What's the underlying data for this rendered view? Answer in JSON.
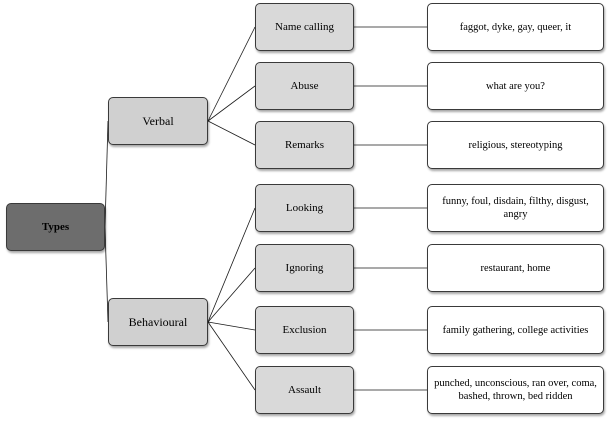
{
  "root": {
    "label": "Types"
  },
  "categories": [
    {
      "label": "Verbal",
      "children": [
        {
          "label": "Name calling",
          "examples": "faggot, dyke, gay, queer, it"
        },
        {
          "label": "Abuse",
          "examples": "what are you?"
        },
        {
          "label": "Remarks",
          "examples": "religious, stereotyping"
        }
      ]
    },
    {
      "label": "Behavioural",
      "children": [
        {
          "label": "Looking",
          "examples": "funny, foul, disdain, filthy, disgust, angry"
        },
        {
          "label": "Ignoring",
          "examples": "restaurant, home"
        },
        {
          "label": "Exclusion",
          "examples": "family gathering, college activities"
        },
        {
          "label": "Assault",
          "examples": "punched, unconscious, ran over, coma, bashed, thrown, bed ridden"
        }
      ]
    }
  ]
}
